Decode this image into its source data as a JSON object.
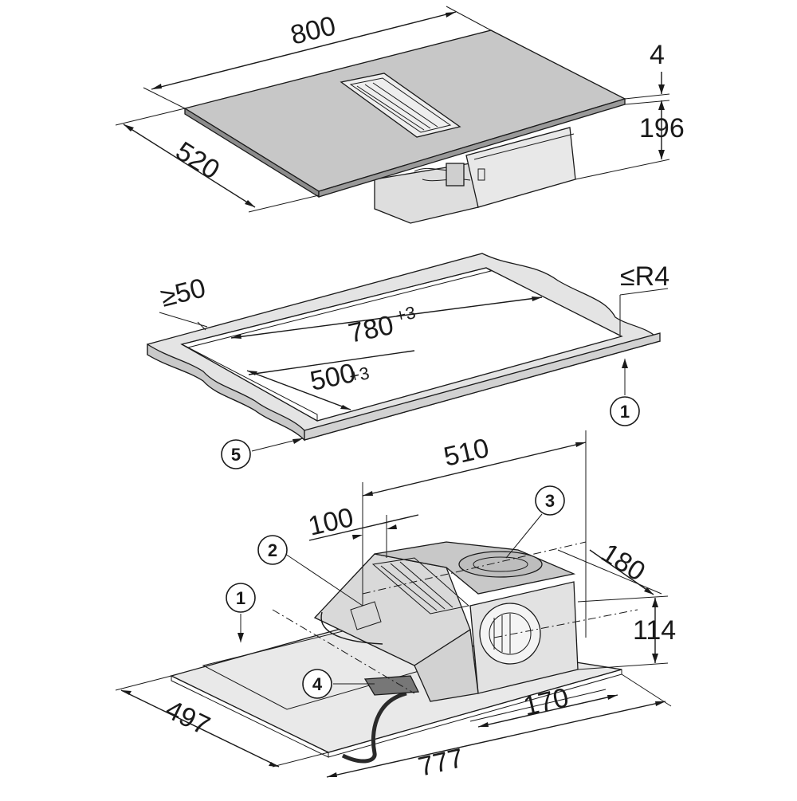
{
  "colors": {
    "ink": "#1a1a1a",
    "hob_glass": "#c7c7c7",
    "countertop": "#e4e4e4",
    "housing": "#d9d9d9",
    "housing_dark": "#b8b8b8"
  },
  "hob": {
    "width": "800",
    "depth": "520",
    "glass_thickness": "4",
    "height": "196"
  },
  "cutout": {
    "edge_min": "≥50",
    "radius": "≤R4",
    "width": "780",
    "width_tol": "+3",
    "depth": "500",
    "depth_tol": "+3",
    "callout_countertop": "1",
    "callout_seal": "5"
  },
  "installation": {
    "housing_length": "510",
    "offset": "100",
    "fan_width": "180",
    "fan_height": "114",
    "outlet_width": "170",
    "frame_depth": "497",
    "frame_width": "777",
    "callout_panel": "2",
    "callout_outlet": "3",
    "callout_cable": "4",
    "callout_countertop": "1"
  }
}
